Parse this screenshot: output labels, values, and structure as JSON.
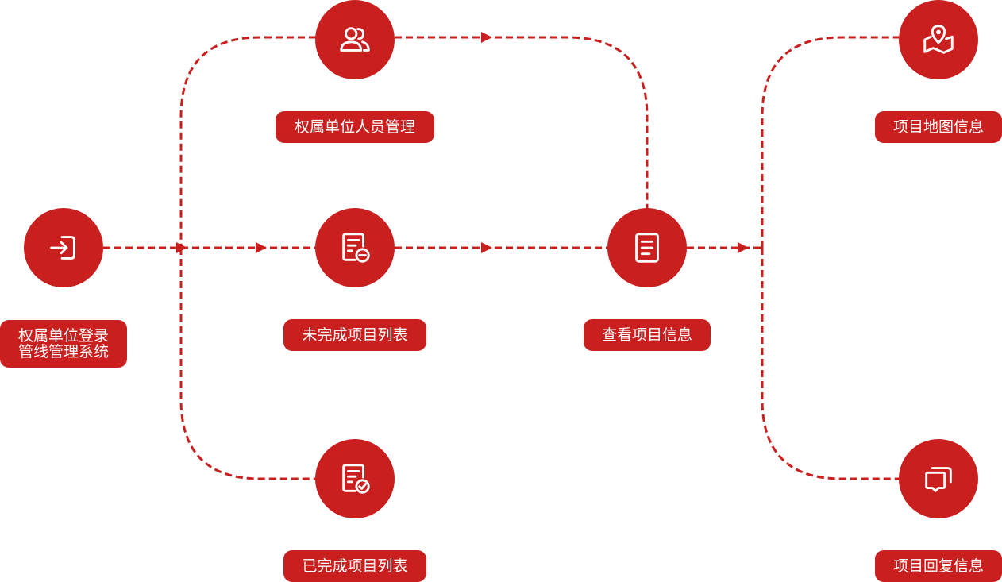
{
  "colors": {
    "primary": "#c9201f",
    "label_text": "#ffffff",
    "background": "#ffffff"
  },
  "nodes": {
    "login": {
      "icon": "login-icon",
      "label_line1": "权属单位登录",
      "label_line2": "管线管理系统"
    },
    "personnel": {
      "icon": "users-icon",
      "label": "权属单位人员管理"
    },
    "unfinished": {
      "icon": "document-minus-icon",
      "label": "未完成项目列表"
    },
    "finished": {
      "icon": "document-check-icon",
      "label": "已完成项目列表"
    },
    "view_info": {
      "icon": "document-icon",
      "label": "查看项目信息"
    },
    "map_info": {
      "icon": "map-pin-icon",
      "label": "项目地图信息"
    },
    "reply_info": {
      "icon": "chat-bubbles-icon",
      "label": "项目回复信息"
    }
  }
}
